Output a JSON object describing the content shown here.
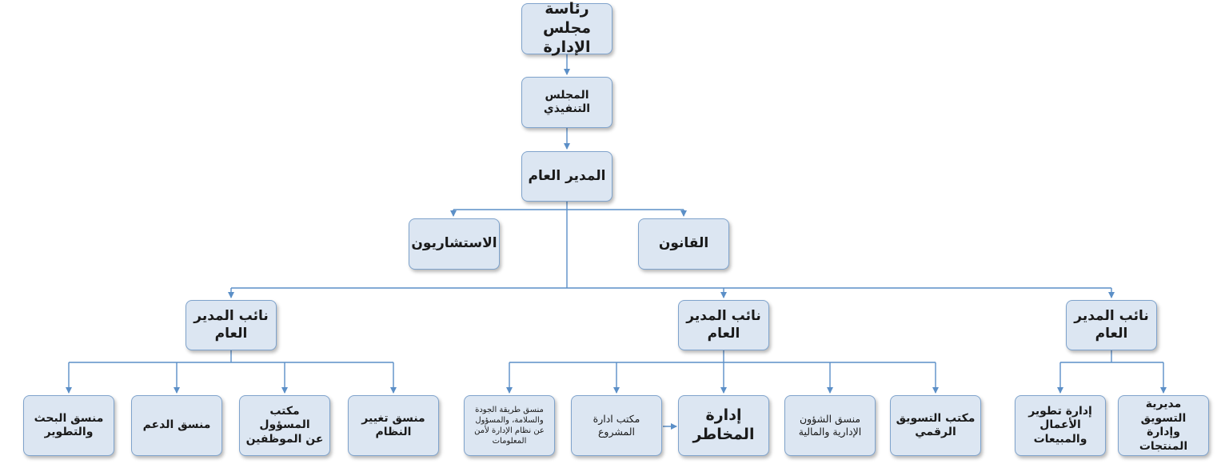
{
  "nodes": {
    "board_presidency": "رئاسة مجلس\nالإدارة",
    "executive_council": "المجلس التنفيذي",
    "general_manager": "المدير العام",
    "law": "القانون",
    "consultants": "الاستشاريون",
    "deputy_right": "نائب المدير\nالعام",
    "deputy_center": "نائب المدير\nالعام",
    "deputy_left": "نائب المدير\nالعام",
    "marketing_products": "مديرية التسويق\nوإدارة المنتجات",
    "business_sales": "إدارة تطوير\nالأعمال\nوالمبيعات",
    "digital_marketing": "مكتب التسويق\nالرقمي",
    "admin_finance": "منسق الشؤون\nالإدارية والمالية",
    "risk_management": "إدارة\nالمخاطر",
    "project_office": "مكتب ادارة\nالمشروع",
    "quality_safety": "منسق طريقة الجودة\nوالسلامة، والمسؤول\nعن نظام الإدارة لأمن\nالمعلومات",
    "system_change": "منسق تغيير\nالنظام",
    "employee_officer": "مكتب المسؤول\nعن الموظفين",
    "support": "منسق الدعم",
    "research_dev": "منسق البحث\nوالتطوير"
  },
  "colors": {
    "box_fill": "#dce6f2",
    "box_border": "#7fa3cc",
    "connector": "#5b8fc7"
  }
}
